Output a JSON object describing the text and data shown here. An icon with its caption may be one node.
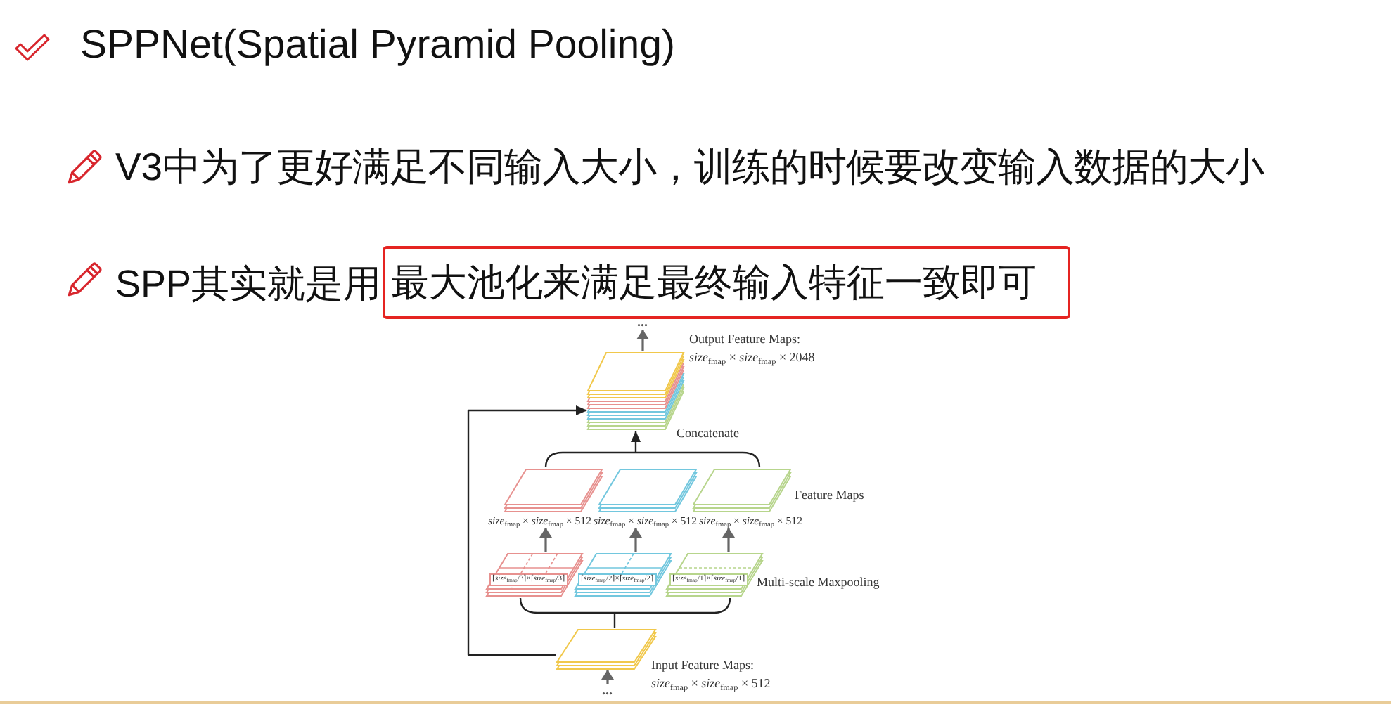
{
  "diagram": {
    "title": "SPPNet(Spatial Pyramid Pooling)",
    "nodes": [
      {
        "text": [
          "最大池化来满足最终输入特征一致即可"
        ],
        "beside": [
          "SPP其实就是用"
        ]
      },
      {
        "text": [
          "..."
        ]
      },
      {
        "text": [],
        "shape": "box",
        "beside": [
          "Output Feature Maps:",
          "*size*$_{fmap}$ × *size*$_{fmap}$ × 2048"
        ]
      },
      {
        "text": [],
        "shape": "box",
        "beside": [
          "*size*$_{fmap}$ × *size*$_{fmap}$ × 512"
        ]
      },
      {
        "text": [],
        "shape": "box",
        "beside": [
          "*size*$_{fmap}$ × *size*$_{fmap}$ × 512"
        ]
      },
      {
        "text": [],
        "shape": "box",
        "beside": [
          "*size*$_{fmap}$ × *size*$_{fmap}$ × 512"
        ]
      },
      {
        "text": [
          "⌈*size*$_{fmap}$/3⌉×⌈*size*$_{fmap}$/3⌉"
        ]
      },
      {
        "text": [
          "⌈*size*$_{fmap}$/2⌉×⌈*size*$_{fmap}$/2⌉"
        ]
      },
      {
        "text": [
          "⌈*size*$_{fmap}$/1⌉×⌈*size*$_{fmap}$/1⌉"
        ]
      },
      {
        "text": [],
        "shape": "box",
        "beside": [
          "Input Feature Maps:",
          "*size*$_{fmap}$ × *size*$_{fmap}$ × 512"
        ]
      },
      {
        "text": [
          "..."
        ]
      }
    ],
    "edges": [
      {
        "from": 2,
        "to": 1,
        "arrow": "to"
      },
      {
        "from": 3,
        "to": 2,
        "arrow": "to"
      },
      {
        "from": 4,
        "to": 2,
        "arrow": "to"
      },
      {
        "from": 5,
        "to": 2,
        "arrow": "to"
      },
      {
        "from": 9,
        "to": 6,
        "arrow": "none"
      },
      {
        "from": 9,
        "to": 7,
        "arrow": "none"
      },
      {
        "from": 9,
        "to": 8,
        "arrow": "none"
      },
      {
        "from": 6,
        "to": 3,
        "arrow": "to"
      },
      {
        "from": 7,
        "to": 4,
        "arrow": "to"
      },
      {
        "from": 8,
        "to": 5,
        "arrow": "to"
      },
      {
        "from": 9,
        "to": 2,
        "arrow": "to"
      },
      {
        "from": 10,
        "to": 9,
        "arrow": "to"
      }
    ],
    "labels": [
      "V3中为了更好满足不同输入大小，训练的时候要改变输入数据的大小",
      "Concatenate",
      "Feature Maps",
      "Multi-scale Maxpooling"
    ]
  }
}
